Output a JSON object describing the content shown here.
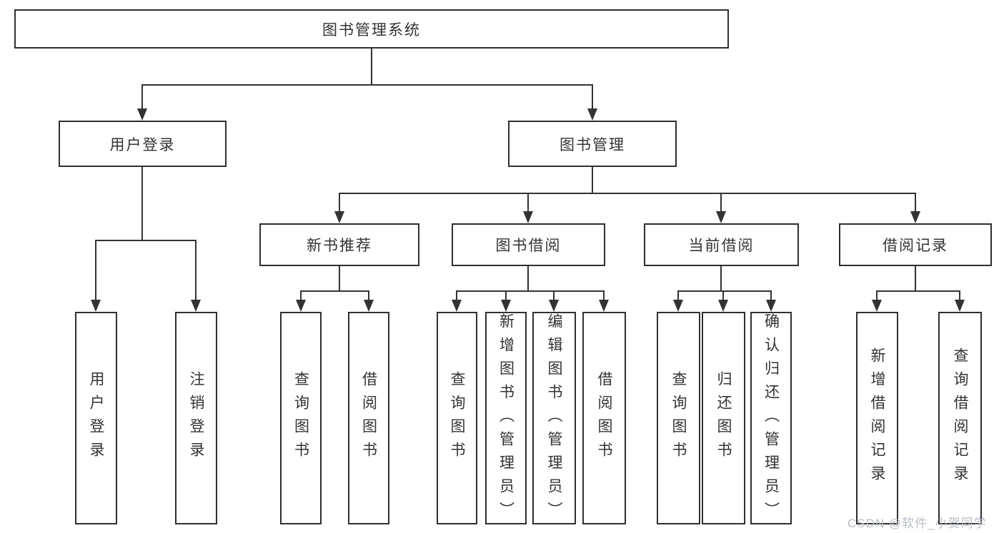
{
  "diagram_title": "图书管理系统",
  "tree": {
    "root": {
      "label": "图书管理系统"
    },
    "branches": [
      {
        "label": "用户登录",
        "leaves": [
          "用户登录",
          "注销登录"
        ]
      },
      {
        "label": "图书管理",
        "groups": [
          {
            "label": "新书推荐",
            "leaves": [
              "查询图书",
              "借阅图书"
            ]
          },
          {
            "label": "图书借阅",
            "leaves": [
              "查询图书",
              "新增图书（管理员）",
              "编辑图书（管理员）",
              "借阅图书"
            ]
          },
          {
            "label": "当前借阅",
            "leaves": [
              "查询图书",
              "归还图书",
              "确认归还（管理员）"
            ]
          },
          {
            "label": "借阅记录",
            "leaves": [
              "新增借阅记录",
              "查询借阅记录"
            ]
          }
        ]
      }
    ]
  },
  "watermark": {
    "text": "CSDN @软件_小贺同学"
  },
  "colors": {
    "background": "#ffffff",
    "box_fill": "#ffffff",
    "box_border": "#2f2f2f",
    "line": "#333333",
    "text": "#333333",
    "watermark": "#b9bec7"
  }
}
